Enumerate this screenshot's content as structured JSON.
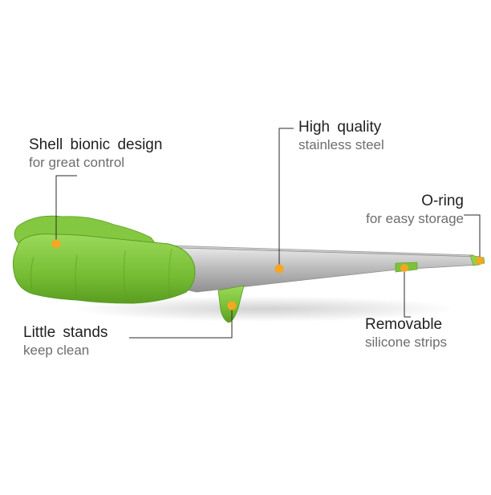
{
  "callouts": {
    "shell": {
      "title": "Shell bionic design",
      "subtitle": "for great control"
    },
    "steel": {
      "title": "High quality",
      "subtitle": "stainless steel"
    },
    "oring": {
      "title": "O-ring",
      "subtitle": "for easy storage"
    },
    "stands": {
      "title": "Little stands",
      "subtitle": "keep clean"
    },
    "strips": {
      "title": "Removable",
      "subtitle": "silicone strips"
    }
  },
  "colors": {
    "silicone_green": "#7dc23a",
    "steel": "#b9b9b9",
    "marker_orange": "#f5a623",
    "leader_line": "#2a2a2a"
  }
}
